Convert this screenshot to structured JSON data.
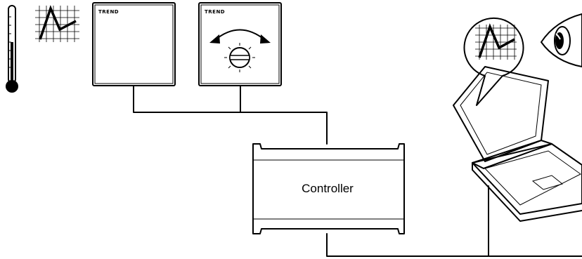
{
  "controller": {
    "label": "Controller"
  },
  "sensor_plain": {
    "brand": "TREND"
  },
  "sensor_knob": {
    "brand": "TREND"
  },
  "icons": {
    "thermometer": "thermometer-icon",
    "trend_graph": "trend-graph-icon",
    "knob": "setpoint-knob-icon",
    "eye": "eye-icon",
    "laptop": "laptop-icon",
    "speech_bubble": "speech-bubble-icon"
  }
}
